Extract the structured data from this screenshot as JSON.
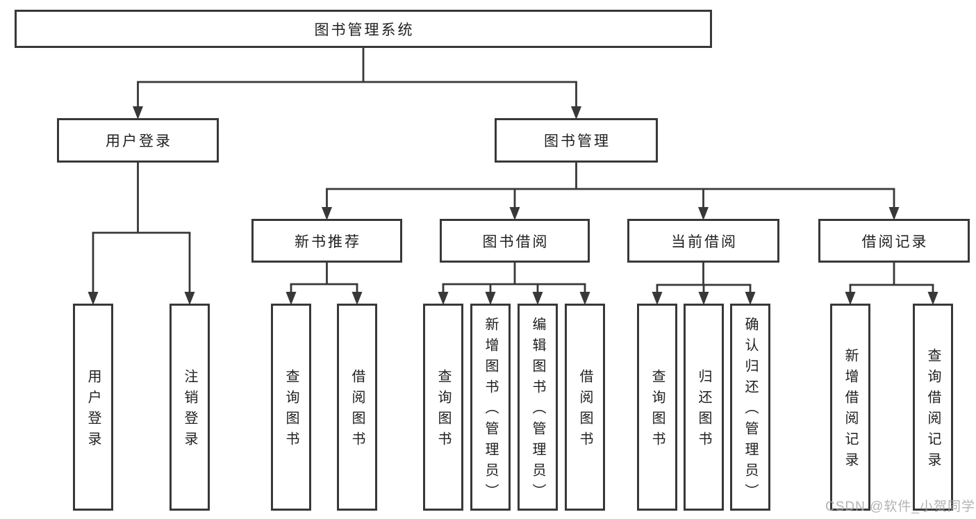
{
  "diagram": {
    "title": "图书管理系统",
    "watermark": "CSDN @软件_小贺同学",
    "colors": {
      "line": "#383838",
      "box_border": "#383838",
      "box_bg": "#ffffff",
      "text": "#1f1f1f",
      "watermark": "#a6a6a6",
      "background": "#ffffff"
    },
    "nodes": [
      {
        "id": "root",
        "label": "图书管理系统",
        "level": 1,
        "parent": null
      },
      {
        "id": "user-login",
        "label": "用户登录",
        "level": 2,
        "parent": "root"
      },
      {
        "id": "book-mgmt",
        "label": "图书管理",
        "level": 2,
        "parent": "root"
      },
      {
        "id": "new-book-rec",
        "label": "新书推荐",
        "level": 3,
        "parent": "book-mgmt"
      },
      {
        "id": "book-borrow",
        "label": "图书借阅",
        "level": 3,
        "parent": "book-mgmt"
      },
      {
        "id": "current-borrow",
        "label": "当前借阅",
        "level": 3,
        "parent": "book-mgmt"
      },
      {
        "id": "borrow-records",
        "label": "借阅记录",
        "level": 3,
        "parent": "book-mgmt"
      },
      {
        "id": "leaf-user-login",
        "label": "用户登录",
        "level": 4,
        "parent": "user-login"
      },
      {
        "id": "leaf-logout",
        "label": "注销登录",
        "level": 4,
        "parent": "user-login"
      },
      {
        "id": "leaf-query-book-1",
        "label": "查询图书",
        "level": 4,
        "parent": "new-book-rec"
      },
      {
        "id": "leaf-borrow-book-1",
        "label": "借阅图书",
        "level": 4,
        "parent": "new-book-rec"
      },
      {
        "id": "leaf-query-book-2",
        "label": "查询图书",
        "level": 4,
        "parent": "book-borrow"
      },
      {
        "id": "leaf-add-book",
        "label": "新增图书（管理员）",
        "level": 4,
        "parent": "book-borrow"
      },
      {
        "id": "leaf-edit-book",
        "label": "编辑图书（管理员）",
        "level": 4,
        "parent": "book-borrow"
      },
      {
        "id": "leaf-borrow-book-2",
        "label": "借阅图书",
        "level": 4,
        "parent": "book-borrow"
      },
      {
        "id": "leaf-query-book-3",
        "label": "查询图书",
        "level": 4,
        "parent": "current-borrow"
      },
      {
        "id": "leaf-return-book",
        "label": "归还图书",
        "level": 4,
        "parent": "current-borrow"
      },
      {
        "id": "leaf-confirm-return",
        "label": "确认归还（管理员）",
        "level": 4,
        "parent": "current-borrow"
      },
      {
        "id": "leaf-add-borrow-record",
        "label": "新增借阅记录",
        "level": 4,
        "parent": "borrow-records"
      },
      {
        "id": "leaf-query-borrow-record",
        "label": "查询借阅记录",
        "level": 4,
        "parent": "borrow-records"
      }
    ]
  }
}
